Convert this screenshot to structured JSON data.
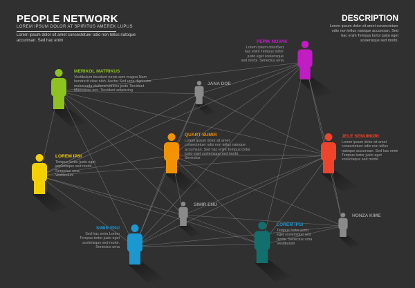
{
  "header": {
    "title": "PEOPLE NETWORK",
    "subtitle": "LOREM IPSUM DOLOR AT SPIRITUS AMEREK LUPUS",
    "body": "Lorem ipsum dolor sit amet consectetuer odio non tellus natoque accumsan. Sed hac enim"
  },
  "description": {
    "title": "DESCRIPTION",
    "body": "Lorem ipsum dolor sit amet consectetuer odio non tellus natoque accumsan. Sed hac enim Tempus tortor justo eget scelerisque sed morbi."
  },
  "people": [
    {
      "id": "pepik-novak",
      "name": "PEPIK NOVAK",
      "text": "Lorem ipsum dolorSed hac enim Tempus tortor justo eget scelerisque sed morbi. Senectus urna",
      "color": "#c21cc4"
    },
    {
      "id": "merikol-matrikus",
      "name": "MERIKOL MATRIKUS",
      "text": "Vestibulum tincidunt turpis sem magna Nam hendrerit vitae nibh. Auctor Sed urna dignissim malesuada eleifend ultrices justo Tincidunt Maecenas orci. Tincidunt adipiscing",
      "color": "#8ec21e"
    },
    {
      "id": "jana-doe",
      "name": "JANA DOE",
      "text": "",
      "color": "#8a8a8a"
    },
    {
      "id": "quart-sumir",
      "name": "QUART SUMIR",
      "text": "Lorem ipsum dolor sit amet consectetuer odio non tellus natoque accumsan. Sed hac enim Tempus tortor justo eget scelerisque sed morbi. Senectus",
      "color": "#f39200"
    },
    {
      "id": "jele-senumori",
      "name": "JELE SENUMORI",
      "text": "Lorem ipsum dolor sit amet consectetuer odio non tellus natoque accumsan. Sed hac enim Tempus tortor justo eget scelerisque sed morbi.",
      "color": "#f0442a"
    },
    {
      "id": "lorem-ipsi-left",
      "name": "LOREM IPSI",
      "text": "Tempus tortor justo eget scelerisque sed morbi. Senectus urna Vestibulum",
      "color": "#f5d000"
    },
    {
      "id": "simir-enu-gray",
      "name": "SIMIR ENU",
      "text": "",
      "color": "#8a8a8a"
    },
    {
      "id": "honza-kime",
      "name": "HONZA KIME",
      "text": "",
      "color": "#8a8a8a"
    },
    {
      "id": "simir-enu",
      "name": "SIMIR ENU",
      "text": "Sed hac enim Lorem Tempus tortor justo eget scelerisque sed morbi. Senectus urna",
      "color": "#1a98cf"
    },
    {
      "id": "lorem-ipsi-bottom",
      "name": "LOREM IPSI",
      "text": "Tempus tortor justo eget scelerisque sed morbi. Senectus urna Vestibulum",
      "color": "#126f6d"
    }
  ],
  "label_colors": {
    "pepik-novak": "#c21cc4",
    "merikol-matrikus": "#8ec21e",
    "jana-doe": "#9a9a9a",
    "quart-sumir": "#f39200",
    "jele-senumori": "#f0442a",
    "lorem-ipsi-left": "#f5d000",
    "simir-enu-gray": "#9a9a9a",
    "honza-kime": "#9a9a9a",
    "simir-enu": "#1a98cf",
    "lorem-ipsi-bottom": "#1a98cf"
  },
  "connections": [
    [
      "pepik-novak",
      "jana-doe"
    ],
    [
      "pepik-novak",
      "merikol-matrikus"
    ],
    [
      "pepik-novak",
      "quart-sumir"
    ],
    [
      "pepik-novak",
      "jele-senumori"
    ],
    [
      "pepik-novak",
      "honza-kime"
    ],
    [
      "pepik-novak",
      "lorem-ipsi-bottom"
    ],
    [
      "pepik-novak",
      "lorem-ipsi-left"
    ],
    [
      "pepik-novak",
      "simir-enu"
    ],
    [
      "merikol-matrikus",
      "jana-doe"
    ],
    [
      "merikol-matrikus",
      "quart-sumir"
    ],
    [
      "merikol-matrikus",
      "lorem-ipsi-left"
    ],
    [
      "merikol-matrikus",
      "jele-senumori"
    ],
    [
      "merikol-matrikus",
      "simir-enu-gray"
    ],
    [
      "jana-doe",
      "quart-sumir"
    ],
    [
      "jana-doe",
      "jele-senumori"
    ],
    [
      "jana-doe",
      "lorem-ipsi-left"
    ],
    [
      "quart-sumir",
      "lorem-ipsi-left"
    ],
    [
      "quart-sumir",
      "jele-senumori"
    ],
    [
      "quart-sumir",
      "simir-enu-gray"
    ],
    [
      "quart-sumir",
      "lorem-ipsi-bottom"
    ],
    [
      "quart-sumir",
      "simir-enu"
    ],
    [
      "quart-sumir",
      "honza-kime"
    ],
    [
      "jele-senumori",
      "lorem-ipsi-bottom"
    ],
    [
      "jele-senumori",
      "simir-enu-gray"
    ],
    [
      "jele-senumori",
      "lorem-ipsi-left"
    ],
    [
      "jele-senumori",
      "honza-kime"
    ],
    [
      "jele-senumori",
      "simir-enu"
    ],
    [
      "lorem-ipsi-left",
      "simir-enu"
    ],
    [
      "lorem-ipsi-left",
      "simir-enu-gray"
    ],
    [
      "lorem-ipsi-left",
      "lorem-ipsi-bottom"
    ],
    [
      "simir-enu-gray",
      "simir-enu"
    ],
    [
      "simir-enu-gray",
      "lorem-ipsi-bottom"
    ],
    [
      "simir-enu-gray",
      "honza-kime"
    ],
    [
      "simir-enu",
      "lorem-ipsi-bottom"
    ],
    [
      "simir-enu",
      "honza-kime"
    ],
    [
      "simir-enu",
      "jana-doe"
    ],
    [
      "lorem-ipsi-bottom",
      "honza-kime"
    ],
    [
      "merikol-matrikus",
      "simir-enu"
    ]
  ]
}
